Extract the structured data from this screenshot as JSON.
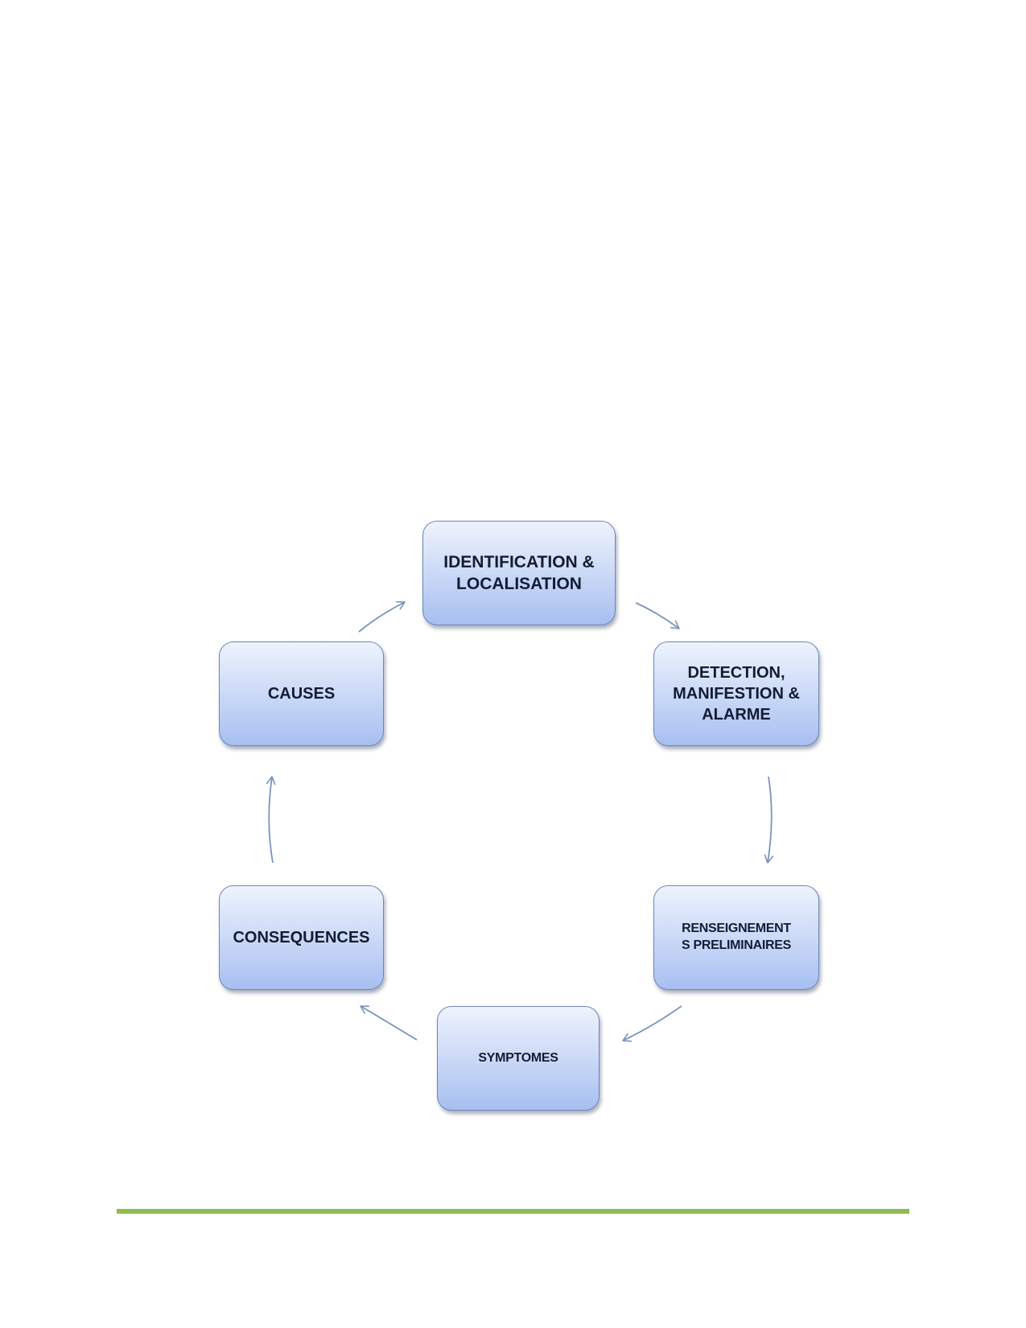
{
  "diagram": {
    "type": "cycle",
    "nodes": [
      {
        "id": "identification",
        "label": "IDENTIFICATION &\nLOCALISATION"
      },
      {
        "id": "detection",
        "label": "DETECTION,\nMANIFESTION &\nALARME"
      },
      {
        "id": "renseignements",
        "label": "RENSEIGNEMENT\nS PRELIMINAIRES"
      },
      {
        "id": "symptomes",
        "label": "SYMPTOMES"
      },
      {
        "id": "consequences",
        "label": "CONSEQUENCES"
      },
      {
        "id": "causes",
        "label": "CAUSES"
      }
    ],
    "edges": [
      {
        "from": "identification",
        "to": "detection"
      },
      {
        "from": "detection",
        "to": "renseignements"
      },
      {
        "from": "renseignements",
        "to": "symptomes"
      },
      {
        "from": "symptomes",
        "to": "consequences"
      },
      {
        "from": "consequences",
        "to": "causes"
      },
      {
        "from": "causes",
        "to": "identification"
      }
    ],
    "colors": {
      "node_top": "#eef3fd",
      "node_bottom": "#a7bff0",
      "node_border": "#6e86b5",
      "arrow": "#7a93bd",
      "footer_rule": "#8fbc4f"
    }
  }
}
